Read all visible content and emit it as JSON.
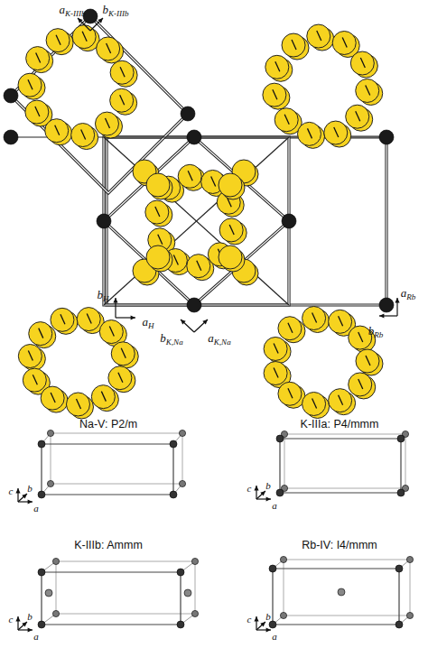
{
  "diagram": {
    "labels": [
      "aK-IIIb",
      "bK-IIIb",
      "bH",
      "aH",
      "bK,Na",
      "aK,Na",
      "aRb",
      "bRb",
      "Na-V: P2/m",
      "K-IIIa: P4/mmm",
      "c",
      "b",
      "a",
      "c",
      "b",
      "a",
      "K-IIIb: Ammm",
      "Rb-IV: I4/mmm",
      "c",
      "b",
      "a",
      "c",
      "b",
      "a"
    ]
  }
}
